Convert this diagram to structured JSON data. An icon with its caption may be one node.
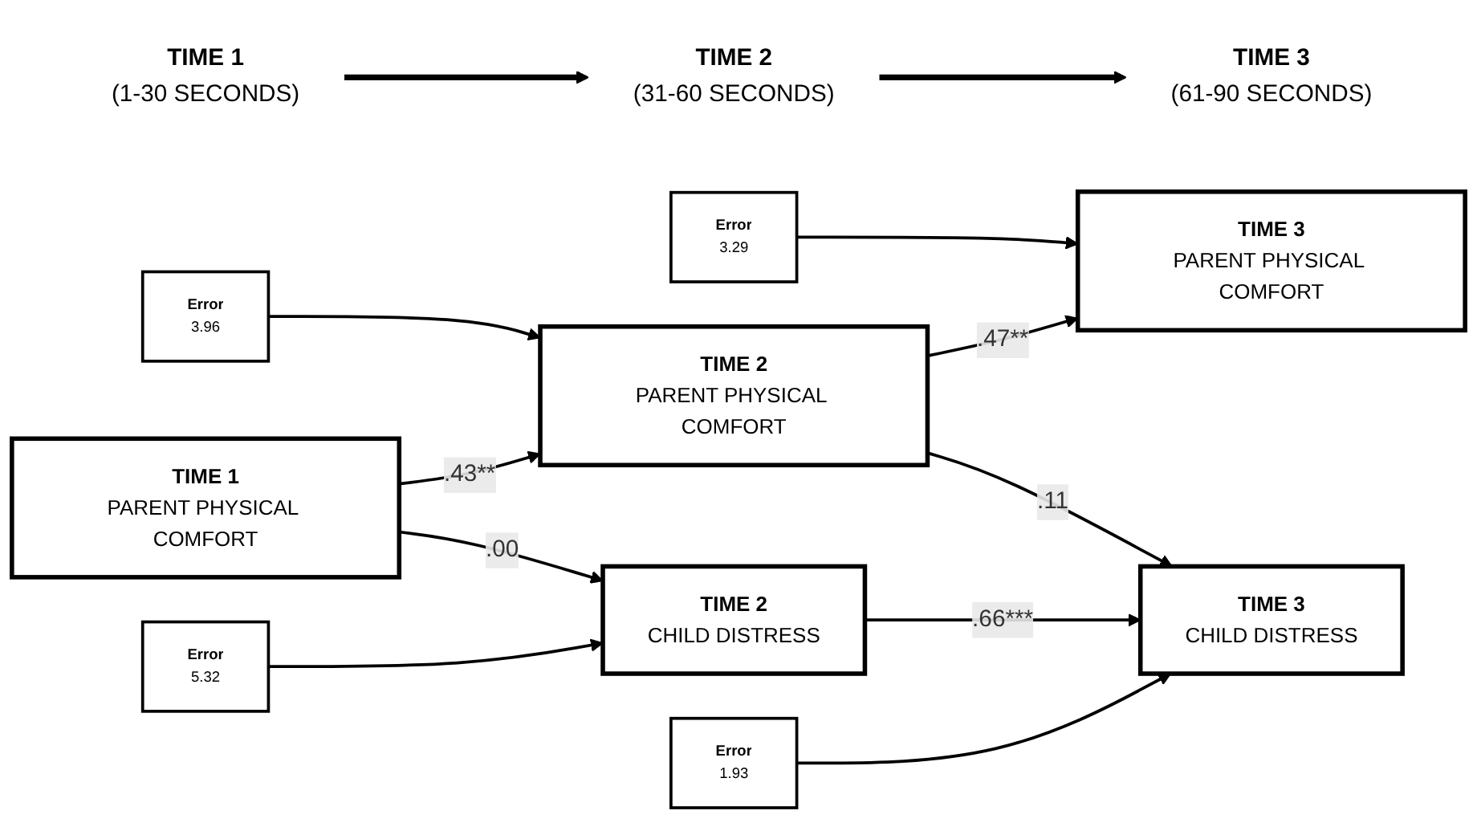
{
  "diagram": {
    "nodes": [
      {
        "text": [
          "TIME 1",
          "(1-30 SECONDS)"
        ]
      },
      {
        "text": [
          "TIME 2",
          "(31-60 SECONDS)"
        ]
      },
      {
        "text": [
          "TIME 3",
          "(61-90 SECONDS)"
        ]
      },
      {
        "text": [
          "Error",
          "3.96"
        ]
      },
      {
        "text": [
          "Error",
          "3.29"
        ]
      },
      {
        "text": [
          "TIME 1",
          "PARENT PHYSICAL COMFORT"
        ]
      },
      {
        "text": [
          "TIME 2",
          "PARENT PHYSICAL COMFORT"
        ]
      },
      {
        "text": [
          "TIME 3",
          "PARENT PHYSICAL COMFORT"
        ]
      },
      {
        "text": [
          "TIME 2",
          "CHILD DISTRESS"
        ]
      },
      {
        "text": [
          "TIME 3",
          "CHILD DISTRESS"
        ]
      },
      {
        "text": [
          "Error",
          "5.32"
        ]
      },
      {
        "text": [
          "Error",
          "1.93"
        ]
      }
    ],
    "edges": [
      {
        "from": 0,
        "to": 1,
        "arrow": "to",
        "style": "thick"
      },
      {
        "from": 1,
        "to": 2,
        "arrow": "to",
        "style": "thick"
      },
      {
        "from": 3,
        "to": 6,
        "arrow": "to"
      },
      {
        "from": 4,
        "to": 7,
        "arrow": "to"
      },
      {
        "from": 5,
        "to": 6,
        "arrow": "to",
        "label": ".43**"
      },
      {
        "from": 5,
        "to": 8,
        "arrow": "to",
        "label": ".00"
      },
      {
        "from": 6,
        "to": 7,
        "arrow": "to",
        "label": ".47**"
      },
      {
        "from": 6,
        "to": 9,
        "arrow": "to",
        "label": ".11"
      },
      {
        "from": 8,
        "to": 9,
        "arrow": "to",
        "label": ".66***"
      },
      {
        "from": 10,
        "to": 8,
        "arrow": "to"
      },
      {
        "from": 11,
        "to": 9,
        "arrow": "to"
      }
    ]
  }
}
